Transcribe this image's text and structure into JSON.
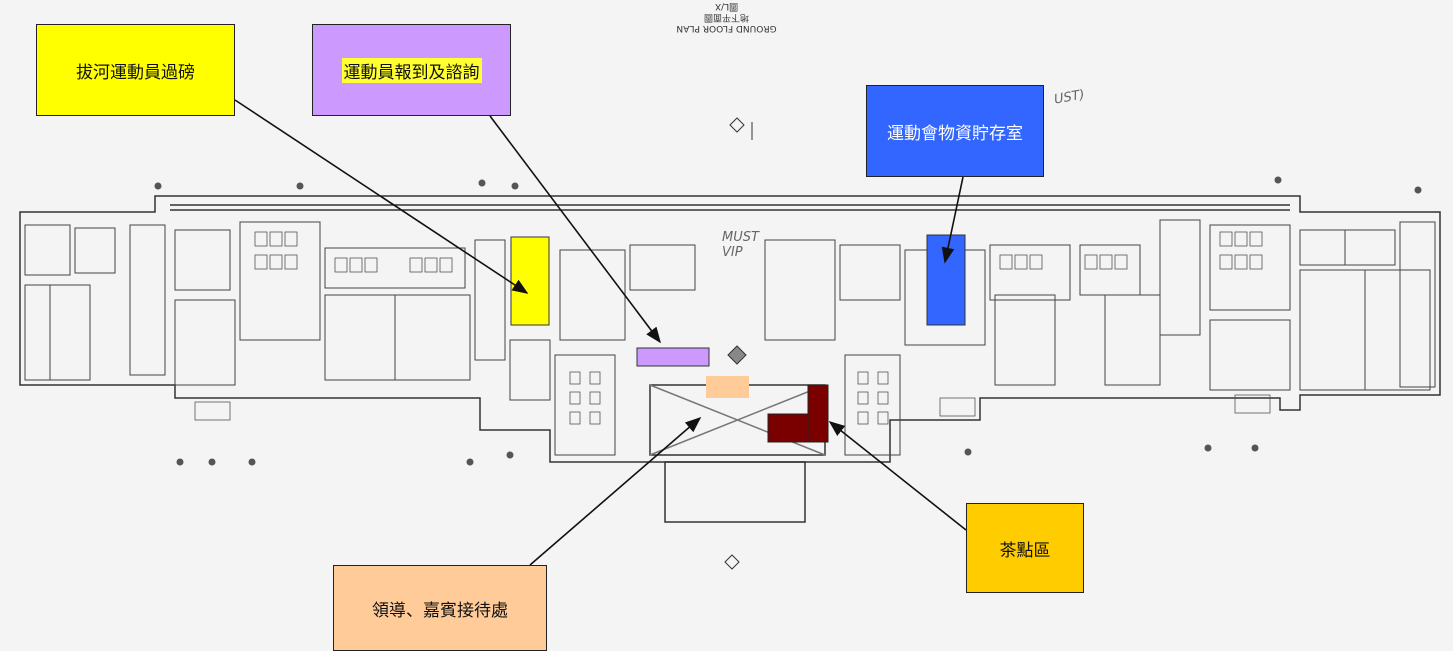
{
  "callouts": {
    "tug_of_war_waiting": {
      "label": "拔河運動員過磅",
      "color": "#ffff00"
    },
    "athlete_checkin": {
      "label": "運動員報到及諮詢",
      "color": "#cc99ff"
    },
    "sports_storage": {
      "label": "運動會物資貯存室",
      "color": "#3366ff"
    },
    "refreshment_area": {
      "label": "茶點區",
      "color": "#ffcc00"
    },
    "vip_reception": {
      "label": "領導、嘉賓接待處",
      "color": "#ffcc99"
    }
  },
  "zone_colors": {
    "refreshment_marker": "#7a0000"
  },
  "plan_annotations": {
    "floor_title_line1": "GROUND FLOOR PLAN",
    "floor_title_line2": "地下平面圖",
    "floor_title_line3": "圖L/X",
    "handwritten_top": "UST)",
    "handwritten_center": "MUST VIP"
  }
}
